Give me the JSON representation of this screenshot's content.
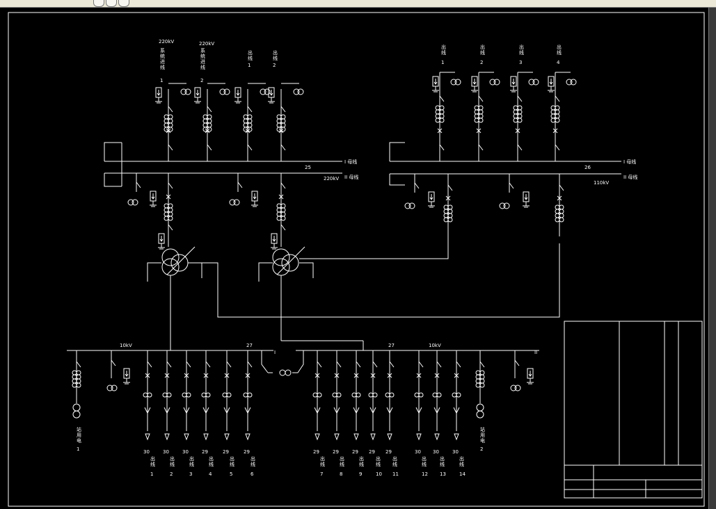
{
  "labels": {
    "kv220": "220kV",
    "kv110": "110kV",
    "kv10": "10kV",
    "bus_I_mark": "I",
    "bus_II_mark": "II",
    "bus220_I": "I 母线",
    "bus220_II": "II 母线",
    "bus110_I": "I 母线",
    "bus110_II": "II 母线",
    "n25": "25",
    "n26": "26",
    "n27": "27",
    "sys_line": "系统进线",
    "out_line": "出线",
    "station_use": "站用电"
  },
  "incomers220": [
    "1",
    "2"
  ],
  "outs220": [
    "1",
    "2"
  ],
  "outs110": [
    "1",
    "2",
    "3",
    "4"
  ],
  "feeders10_left": [
    {
      "n": "1",
      "t": "30"
    },
    {
      "n": "2",
      "t": "30"
    },
    {
      "n": "3",
      "t": "30"
    },
    {
      "n": "4",
      "t": "29"
    },
    {
      "n": "5",
      "t": "29"
    },
    {
      "n": "6",
      "t": "29"
    }
  ],
  "feeders10_right": [
    {
      "n": "7",
      "t": "29"
    },
    {
      "n": "8",
      "t": "29"
    },
    {
      "n": "9",
      "t": "29"
    },
    {
      "n": "10",
      "t": "29"
    },
    {
      "n": "11",
      "t": "29"
    },
    {
      "n": "12",
      "t": "30"
    },
    {
      "n": "13",
      "t": "30"
    },
    {
      "n": "14",
      "t": "30"
    }
  ],
  "station_use_nums": [
    "1",
    "2"
  ],
  "colors": {
    "background": "#000000",
    "line": "#ffffff",
    "frame": "#3a3a3a",
    "chrome": "#ece9d8"
  }
}
